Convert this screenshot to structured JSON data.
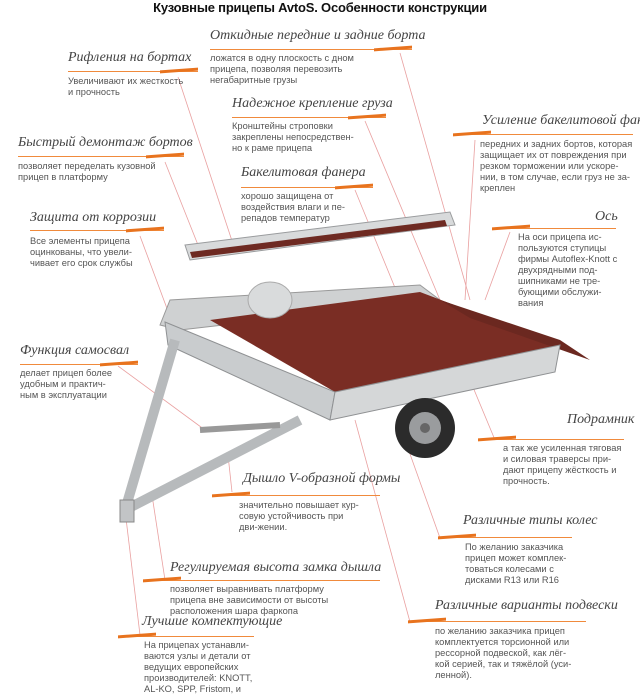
{
  "title": "Кузовные прицепы AvtoS. Особенности конструкции",
  "colors": {
    "accent": "#e8731e",
    "leader": "#e9a0a0",
    "plywood": "#7a2d24",
    "metal": "#c9ccce"
  },
  "callouts": [
    {
      "title": "Рифления на бортах",
      "text": "Увеличивают их жесткость и прочность"
    },
    {
      "title": "Откидные передние и задние борта",
      "text": "ложатся в одну плоскость с дном прицепа, позволяя перевозить негабаритные грузы"
    },
    {
      "title": "Надежное крепление груза",
      "text": "Кронштейны строповки закреплены непосредствен-но к раме прицепа"
    },
    {
      "title": "Быстрый демонтаж бортов",
      "text": "позволяет переделать кузовной прицеп в платформу"
    },
    {
      "title": "Бакелитовая фанера",
      "text": "хорошо защищена от воздействия влаги и пе-репадов температур"
    },
    {
      "title": "Защита от коррозии",
      "text": "Все элементы прицепа оцинкованы, что увели-чивает его срок службы"
    },
    {
      "title": "Усиление бакелитовой фанерой",
      "text": "передних и задних бортов, которая защищает их от повреждения при резком торможении или ускоре-нии, в том случае, если груз не за-креплен"
    },
    {
      "title": "Ось",
      "text": "На оси прицепа ис-пользуются ступицы фирмы Autoflex-Knott с двухрядными под-шипниками не тре-бующими обслужи-вания"
    },
    {
      "title": "Функция самосвал",
      "text": "делает прицеп более удобным и практич-ным в эксплуатации"
    },
    {
      "title": "Подрамник",
      "text": "а так же усиленная тяговая и силовая траверсы при-дают прицепу жёсткость и прочность."
    },
    {
      "title": "Дышло V-образной формы",
      "text": "значительно повышает кур-совую устойчивость при дви-жении."
    },
    {
      "title": "Различные типы колес",
      "text": "По желанию заказчика прицеп может комплек-товаться колесами с дисками R13 или R16"
    },
    {
      "title": "Регулируемая высота замка дышла",
      "text": "позволяет выравнивать платформу прицепа вне зависимости от высоты расположения шара фаркопа"
    },
    {
      "title": "Различные варианты подвески",
      "text": "по желанию заказчика прицеп комплектуется торсионной или рессорной подвеской, как лёг-кой серией, так и тяжёлой (уси-ленной)."
    },
    {
      "title": "Лучшие компектующие",
      "text": "На прицепах устанавли-ваются узлы и детали от ведущих европейских производителей: KNOTT, AL-KO, SPP, Fristom, и"
    }
  ]
}
